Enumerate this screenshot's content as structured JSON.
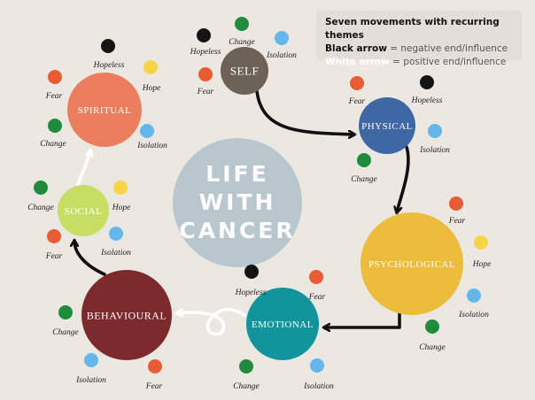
{
  "legend": {
    "title": "Seven movements with recurring themes",
    "black_term": "Black arrow",
    "black_desc": " =  negative end/influence",
    "white_term": "White arrow",
    "white_desc": " = positive end/influence"
  },
  "center": {
    "lines": [
      "LIFE",
      "WITH",
      "CANCER"
    ]
  },
  "colors": {
    "background": "#ebe8e1",
    "center": "#b8c6ce",
    "self": "#6c6257",
    "physical": "#3f67a4",
    "psychological": "#ecbd3c",
    "emotional": "#11949b",
    "behavioural": "#7d2a2d",
    "social": "#c6de64",
    "spiritual": "#eb7f5d",
    "hopeless": "#141414",
    "fear": "#e85b33",
    "change": "#1f8b3c",
    "isolation": "#65b6ea",
    "hope": "#f5d546",
    "arrow_negative": "#111111",
    "arrow_positive": "#ffffff"
  },
  "nodes": [
    {
      "id": "self",
      "label": "SELF",
      "themes": [
        {
          "name": "Hopeless",
          "type": "hopeless"
        },
        {
          "name": "Change",
          "type": "change"
        },
        {
          "name": "Isolation",
          "type": "isolation"
        },
        {
          "name": "Fear",
          "type": "fear"
        }
      ]
    },
    {
      "id": "physical",
      "label": "PHYSICAL",
      "themes": [
        {
          "name": "Fear",
          "type": "fear"
        },
        {
          "name": "Hopeless",
          "type": "hopeless"
        },
        {
          "name": "Isolation",
          "type": "isolation"
        },
        {
          "name": "Change",
          "type": "change"
        }
      ]
    },
    {
      "id": "psychological",
      "label": "PSYCHOLOGICAL",
      "themes": [
        {
          "name": "Fear",
          "type": "fear"
        },
        {
          "name": "Hope",
          "type": "hope"
        },
        {
          "name": "Isolation",
          "type": "isolation"
        },
        {
          "name": "Change",
          "type": "change"
        }
      ]
    },
    {
      "id": "emotional",
      "label": "EMOTIONAL",
      "themes": [
        {
          "name": "Hopeless",
          "type": "hopeless"
        },
        {
          "name": "Fear",
          "type": "fear"
        },
        {
          "name": "Change",
          "type": "change"
        },
        {
          "name": "Isolation",
          "type": "isolation"
        }
      ]
    },
    {
      "id": "behavioural",
      "label": "BEHAVIOURAL",
      "themes": [
        {
          "name": "Change",
          "type": "change"
        },
        {
          "name": "Isolation",
          "type": "isolation"
        },
        {
          "name": "Fear",
          "type": "fear"
        }
      ]
    },
    {
      "id": "social",
      "label": "SOCIAL",
      "themes": [
        {
          "name": "Change",
          "type": "change"
        },
        {
          "name": "Hope",
          "type": "hope"
        },
        {
          "name": "Isolation",
          "type": "isolation"
        },
        {
          "name": "Fear",
          "type": "fear"
        }
      ]
    },
    {
      "id": "spiritual",
      "label": "SPIRITUAL",
      "themes": [
        {
          "name": "Hopeless",
          "type": "hopeless"
        },
        {
          "name": "Fear",
          "type": "fear"
        },
        {
          "name": "Hope",
          "type": "hope"
        },
        {
          "name": "Change",
          "type": "change"
        },
        {
          "name": "Isolation",
          "type": "isolation"
        }
      ]
    }
  ],
  "arrows": [
    {
      "from": "self",
      "to": "physical",
      "kind": "negative"
    },
    {
      "from": "physical",
      "to": "psychological",
      "kind": "negative"
    },
    {
      "from": "psychological",
      "to": "emotional",
      "kind": "negative"
    },
    {
      "from": "emotional",
      "to": "behavioural",
      "kind": "positive"
    },
    {
      "from": "behavioural",
      "to": "social",
      "kind": "negative"
    },
    {
      "from": "social",
      "to": "spiritual",
      "kind": "positive"
    }
  ]
}
